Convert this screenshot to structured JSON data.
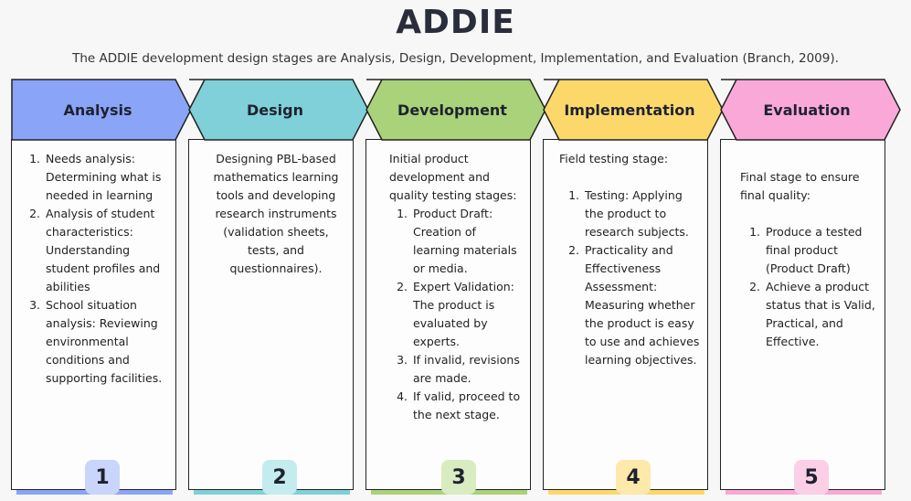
{
  "title": "ADDIE",
  "subtitle": "The ADDIE development design stages are Analysis, Design, Development, Implementation, and Evaluation (Branch, 2009).",
  "stages": [
    {
      "label": "Analysis",
      "number": "1",
      "color": "#8aa4f7",
      "badge_color": "#c9d5fb",
      "intro": "",
      "items": [
        "Needs analysis: Determining what is needed in learning",
        "Analysis of student characteristics: Understanding student profiles and abilities",
        "School situation analysis: Reviewing environmental conditions and supporting facilities."
      ]
    },
    {
      "label": "Design",
      "number": "2",
      "color": "#7fd0d8",
      "badge_color": "#c4ecef",
      "paragraph": "Designing PBL-based mathematics learning tools and developing research instruments (validation sheets, tests, and questionnaires)."
    },
    {
      "label": "Development",
      "number": "3",
      "color": "#a9d27a",
      "badge_color": "#d9ebc1",
      "intro": "Initial product development and quality testing stages:",
      "items": [
        "Product Draft: Creation of learning materials or media.",
        "Expert Validation: The product is evaluated by experts.",
        "If invalid, revisions are made.",
        "If valid, proceed to the next stage."
      ]
    },
    {
      "label": "Implementation",
      "number": "4",
      "color": "#fcd86a",
      "badge_color": "#fde9a9",
      "intro": "Field testing stage:",
      "items": [
        "Testing: Applying the product to research subjects.",
        "Practicality and Effectiveness Assessment: Measuring whether the product is easy to use and achieves learning objectives."
      ]
    },
    {
      "label": "Evaluation",
      "number": "5",
      "color": "#f9a8d8",
      "badge_color": "#fbd0e7",
      "intro": "Final stage to ensure final quality:",
      "items": [
        "Produce a tested final product (Product Draft)",
        "Achieve a product status that is Valid, Practical, and Effective."
      ]
    }
  ]
}
